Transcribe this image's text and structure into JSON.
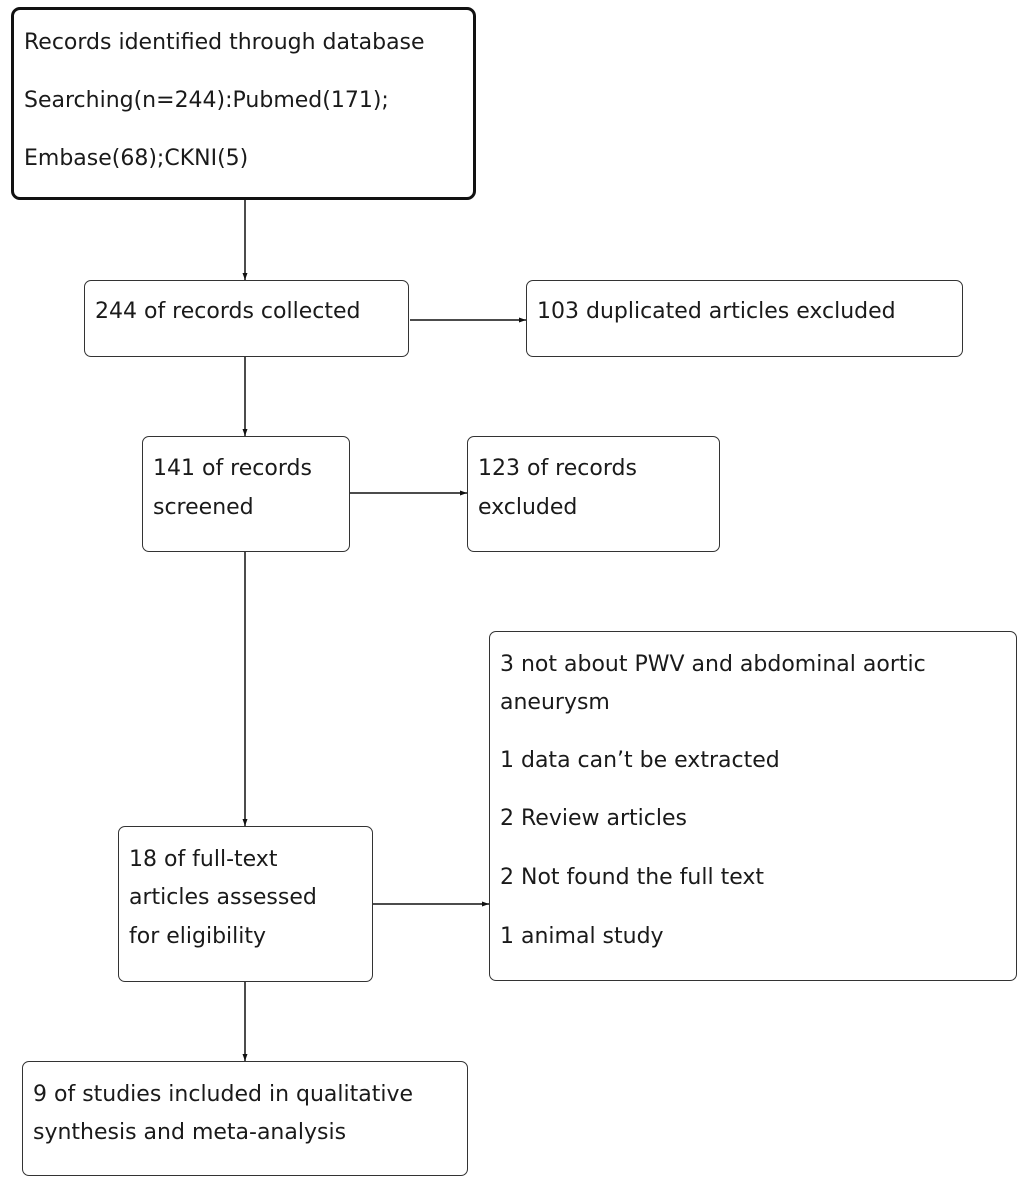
{
  "flowchart": {
    "identified": {
      "lines": [
        "Records identified through database",
        "Searching(n=244):Pubmed(171);",
        "Embase(68);CKNI(5)"
      ]
    },
    "collected": {
      "lines": [
        "244 of records collected"
      ]
    },
    "duplicates": {
      "lines": [
        "103 duplicated articles excluded"
      ]
    },
    "screened": {
      "lines": [
        "141 of records",
        "screened"
      ]
    },
    "excluded": {
      "lines": [
        "123 of records",
        "excluded"
      ]
    },
    "fulltext": {
      "lines": [
        "18 of full-text",
        "articles assessed",
        "for eligibility"
      ]
    },
    "fulltext_exclusions": {
      "lines": [
        "3 not about PWV and abdominal aortic",
        "aneurysm",
        "1 data can’t be extracted",
        "2 Review articles",
        "2 Not found the full text",
        "1 animal study"
      ]
    },
    "included": {
      "lines": [
        "9 of studies included in qualitative",
        "synthesis and meta-analysis"
      ]
    }
  }
}
